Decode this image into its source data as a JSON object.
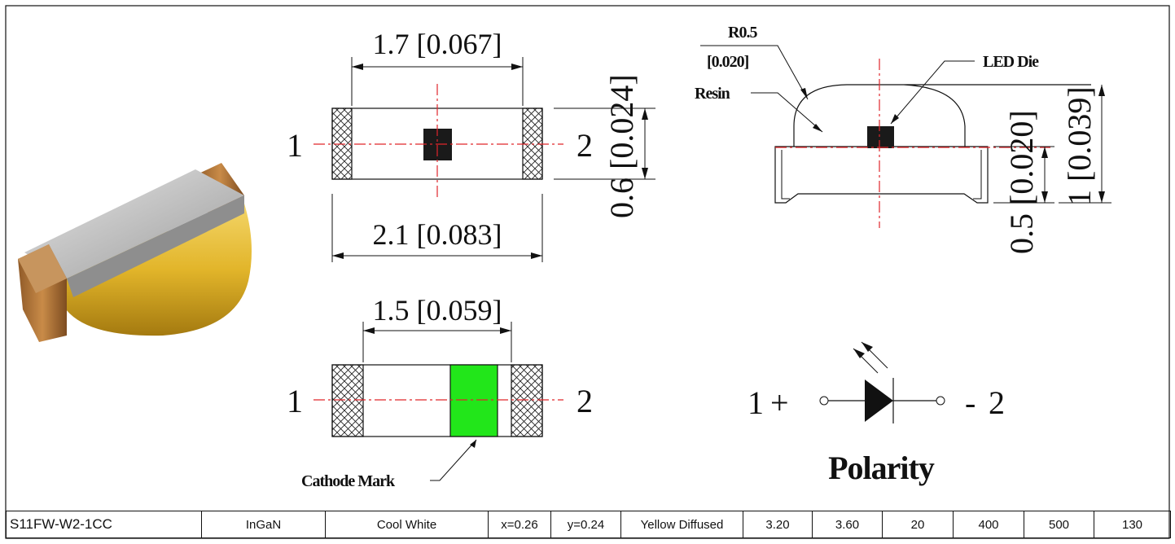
{
  "top_view": {
    "inner_width": "1.7 [0.067]",
    "height": "0.6 [0.024]",
    "total_length": "2.1 [0.083]",
    "pin_left": "1",
    "pin_right": "2"
  },
  "bottom_view": {
    "pad_width": "1.5 [0.059]",
    "pin_left": "1",
    "pin_right": "2",
    "cathode_label": "Cathode Mark",
    "cathode_color": "#22e61a"
  },
  "side_view": {
    "radius_line1": "R0.5",
    "radius_line2": "[0.020]",
    "led_die": "LED Die",
    "resin": "Resin",
    "body_height": "0.5 [0.020]",
    "total_height": "1 [0.039]"
  },
  "polarity": {
    "pin_left": "1",
    "plus": "+",
    "minus": "-",
    "pin_right": "2",
    "title": "Polarity"
  },
  "colors": {
    "center_line": "#e0262b",
    "resin_yellow": "#e8c23a",
    "terminal_copper": "#b8783a"
  },
  "spec_row": [
    "S11FW-W2-1CC",
    "InGaN",
    "Cool White",
    "x=0.26",
    "y=0.24",
    "Yellow Diffused",
    "3.20",
    "3.60",
    "20",
    "400",
    "500",
    "130"
  ]
}
